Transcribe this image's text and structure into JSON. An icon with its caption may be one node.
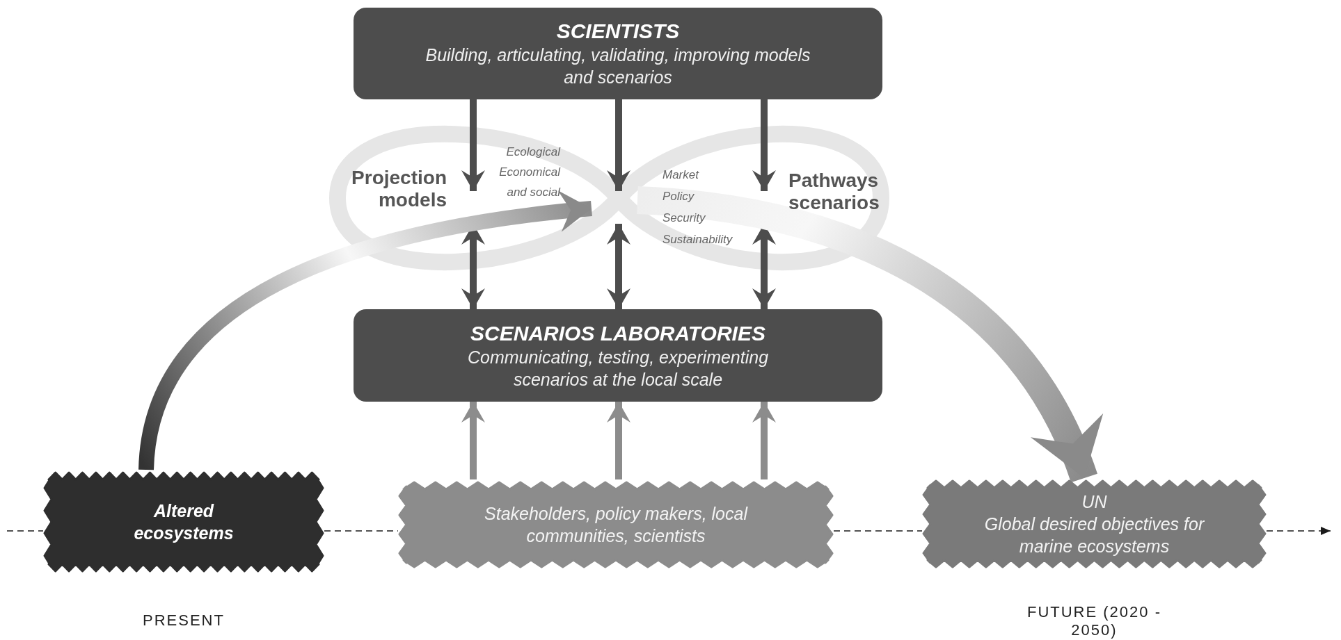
{
  "diagram": {
    "nodes": [
      {
        "text": [
          "SCIENTISTS",
          "Building, articulating, validating, improving models and scenarios"
        ]
      },
      {
        "text": [
          "SCENARIOS LABORATORIES",
          "Communicating, testing, experimenting scenarios at the local scale"
        ]
      },
      {
        "text": [
          "Altered ecosystems"
        ],
        "beside": [
          "PRESENT"
        ]
      },
      {
        "text": [
          "Stakeholders, policy makers, local communities, scientists"
        ]
      },
      {
        "text": [
          "UN",
          "Global desired objectives for marine ecosystems"
        ],
        "beside": [
          "FUTURE (2020 - 2050)"
        ]
      }
    ],
    "edges": [
      {
        "from": 0,
        "to": null,
        "arrow": "to"
      },
      {
        "from": 0,
        "to": null,
        "arrow": "to"
      },
      {
        "from": 0,
        "to": null,
        "arrow": "to"
      },
      {
        "from": null,
        "to": 1,
        "arrow": "both"
      },
      {
        "from": null,
        "to": 1,
        "arrow": "both"
      },
      {
        "from": null,
        "to": 1,
        "arrow": "both"
      },
      {
        "from": 3,
        "to": 1,
        "arrow": "to",
        "color": "#8c8c8c"
      },
      {
        "from": 3,
        "to": 1,
        "arrow": "to",
        "color": "#8c8c8c"
      },
      {
        "from": 3,
        "to": 1,
        "arrow": "to",
        "color": "#8c8c8c"
      },
      {
        "from": 2,
        "to": null,
        "arrow": "to",
        "style": "thick",
        "color": "#8a8a8a"
      },
      {
        "from": null,
        "to": 4,
        "arrow": "to",
        "style": "thick",
        "color": "#8a8a8a"
      },
      {
        "from": null,
        "to": 2,
        "arrow": "none",
        "style": "dashed",
        "color": "#1a1a1a"
      },
      {
        "from": 2,
        "to": 3,
        "arrow": "none",
        "style": "dashed",
        "color": "#1a1a1a"
      },
      {
        "from": 3,
        "to": 4,
        "arrow": "none",
        "style": "dashed",
        "color": "#1a1a1a"
      },
      {
        "from": 4,
        "to": null,
        "arrow": "to",
        "style": "dashed",
        "color": "#1a1a1a"
      }
    ],
    "labels": [
      "Projection models",
      "Ecological",
      "Economical and social",
      "Market",
      "Policy",
      "Security",
      "Sustainability",
      "Pathways scenarios"
    ]
  }
}
